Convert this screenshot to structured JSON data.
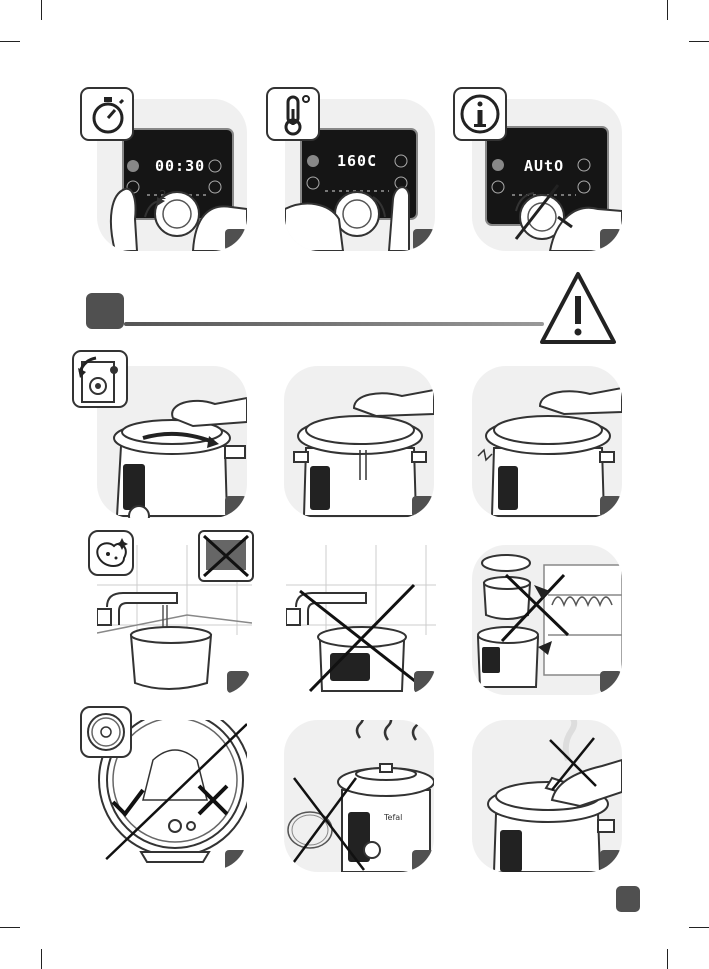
{
  "page": {
    "brand_label": "Tefal"
  },
  "top_row": [
    {
      "icon": "timer-icon",
      "display": "00:30"
    },
    {
      "icon": "thermometer-icon",
      "display": "160C"
    },
    {
      "icon": "info-icon",
      "display": "AUtO"
    }
  ],
  "knob_hint": "2",
  "colors": {
    "panel_bg": "#f0f0f0",
    "number_badge": "#505050",
    "line": "#222222",
    "display_bg": "#151515"
  }
}
